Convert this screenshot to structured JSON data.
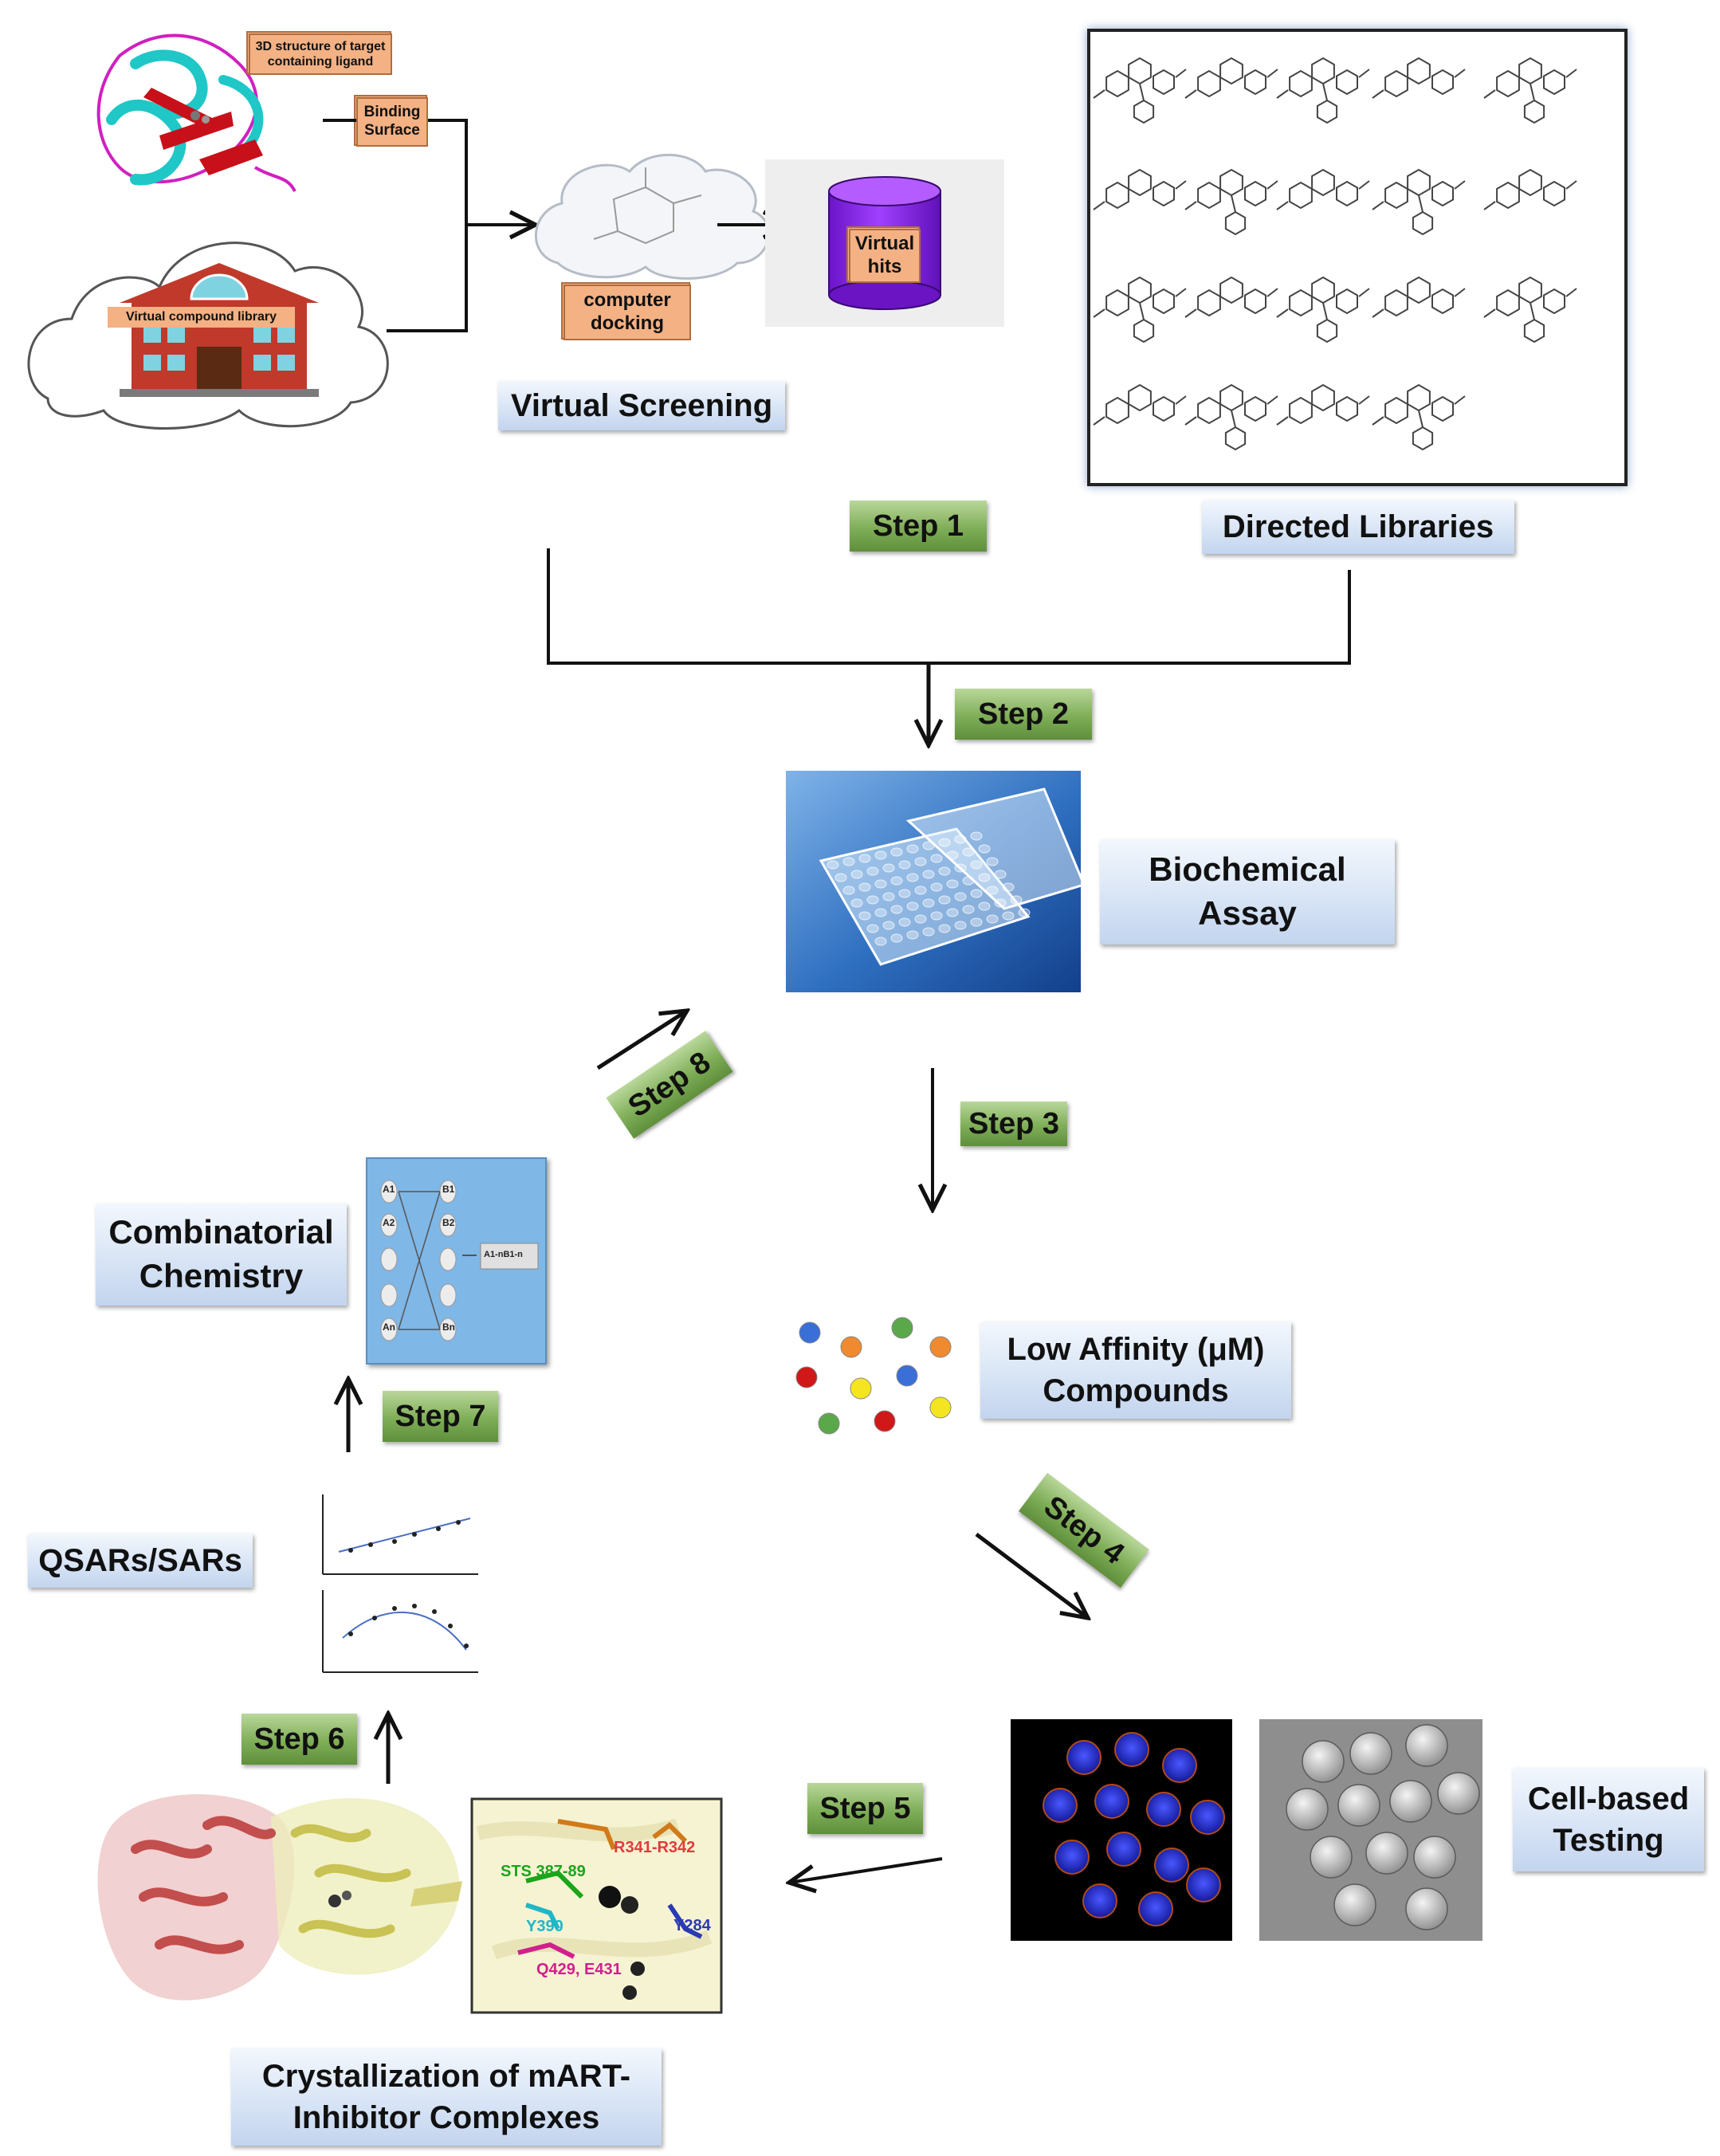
{
  "virtual_screening": {
    "target_caption": "3D structure of target containing ligand",
    "binding_surface": "Binding Surface",
    "library_caption": "Virtual compound library",
    "docking": "computer docking",
    "hits": "Virtual hits",
    "title": "Virtual Screening"
  },
  "directed_libraries": {
    "title": "Directed Libraries"
  },
  "steps": {
    "step1": "Step 1",
    "step2": "Step 2",
    "step3": "Step 3",
    "step4": "Step 4",
    "step5": "Step 5",
    "step6": "Step 6",
    "step7": "Step 7",
    "step8": "Step 8"
  },
  "labels": {
    "biochemical": "Biochemical Assay",
    "low_affinity": "Low Affinity (μM) Compounds",
    "cell_based": "Cell-based Testing",
    "crystallization": "Crystallization of mART-Inhibitor Complexes",
    "qsar": "QSARs/SARs",
    "combinatorial": "Combinatorial Chemistry"
  },
  "crystal_annotations": {
    "r341": "R341-R342",
    "sts": "STS 387-89",
    "y390": "Y390",
    "y284": "Y284",
    "q429": "Q429, E431"
  },
  "combinatorial_scheme": {
    "left": [
      "A1",
      "A2",
      "An"
    ],
    "right": [
      "B1",
      "B2",
      "Bn"
    ],
    "product": "A1-nB1-n"
  },
  "colors": {
    "step_green": "#6a9a45",
    "label_blue": "#d6e3f5",
    "dot_blue": "#3a6fd8",
    "dot_orange": "#f08a30",
    "dot_green": "#5aa84a",
    "dot_red": "#d01818",
    "dot_yellow": "#f5e520",
    "cylinder_purple": "#8a2be2",
    "arrow": "#111111"
  }
}
